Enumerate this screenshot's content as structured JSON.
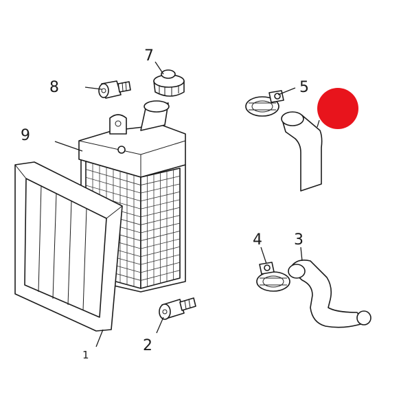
{
  "diagram": {
    "callouts": [
      {
        "id": "1",
        "label": "1"
      },
      {
        "id": "2",
        "label": "2"
      },
      {
        "id": "3",
        "label": "3"
      },
      {
        "id": "4",
        "label": "4"
      },
      {
        "id": "5",
        "label": "5"
      },
      {
        "id": "7",
        "label": "7"
      },
      {
        "id": "8",
        "label": "8"
      },
      {
        "id": "9",
        "label": "9"
      }
    ],
    "highlight_color": "#e8141c",
    "line_color": "#1a1a1a"
  }
}
